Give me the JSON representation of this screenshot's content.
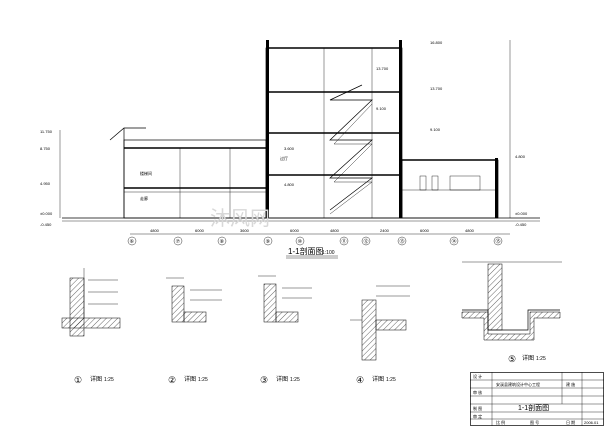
{
  "section": {
    "title": "1-1剖面图",
    "scale": "1:100",
    "axis_labels": [
      "⑥",
      "⑦",
      "⑧",
      "⑨",
      "⑩",
      "⑪",
      "⑫",
      "⑬",
      "⑭",
      "⑮"
    ],
    "dims": [
      "4800",
      "6000",
      "3600",
      "6000",
      "4800",
      "2400",
      "6000",
      "4800"
    ],
    "elev_left": [
      "11.750",
      "8.750",
      "4.950",
      "±0.000",
      "-0.450"
    ],
    "elev_right": [
      "16.800",
      "13.700",
      "9.100",
      "4.800",
      "±0.000",
      "-0.450"
    ],
    "room_labels": [
      "楼梯间",
      "走廊",
      "过厅"
    ],
    "inner_marks": [
      "4.800",
      "3.600",
      "9.100",
      "13.700"
    ]
  },
  "details": [
    {
      "num": "①",
      "label": "详图",
      "scale": "1:25"
    },
    {
      "num": "②",
      "label": "详图",
      "scale": "1:25"
    },
    {
      "num": "③",
      "label": "详图",
      "scale": "1:25"
    },
    {
      "num": "④",
      "label": "详图",
      "scale": "1:25"
    },
    {
      "num": "⑤",
      "label": "详图",
      "scale": "1:25"
    }
  ],
  "titleblock": {
    "project": "安溪县建筑设计中心工程",
    "sheet_title": "1-1剖面图",
    "label_design": "设 计",
    "label_check": "审 核",
    "label_draw": "制 图",
    "label_approve": "审 定",
    "label_date": "日 期",
    "label_scale": "比 例",
    "label_no": "图 号",
    "label_stage": "建 施",
    "date_value": "2006.01",
    "watermark": "沐风网"
  }
}
